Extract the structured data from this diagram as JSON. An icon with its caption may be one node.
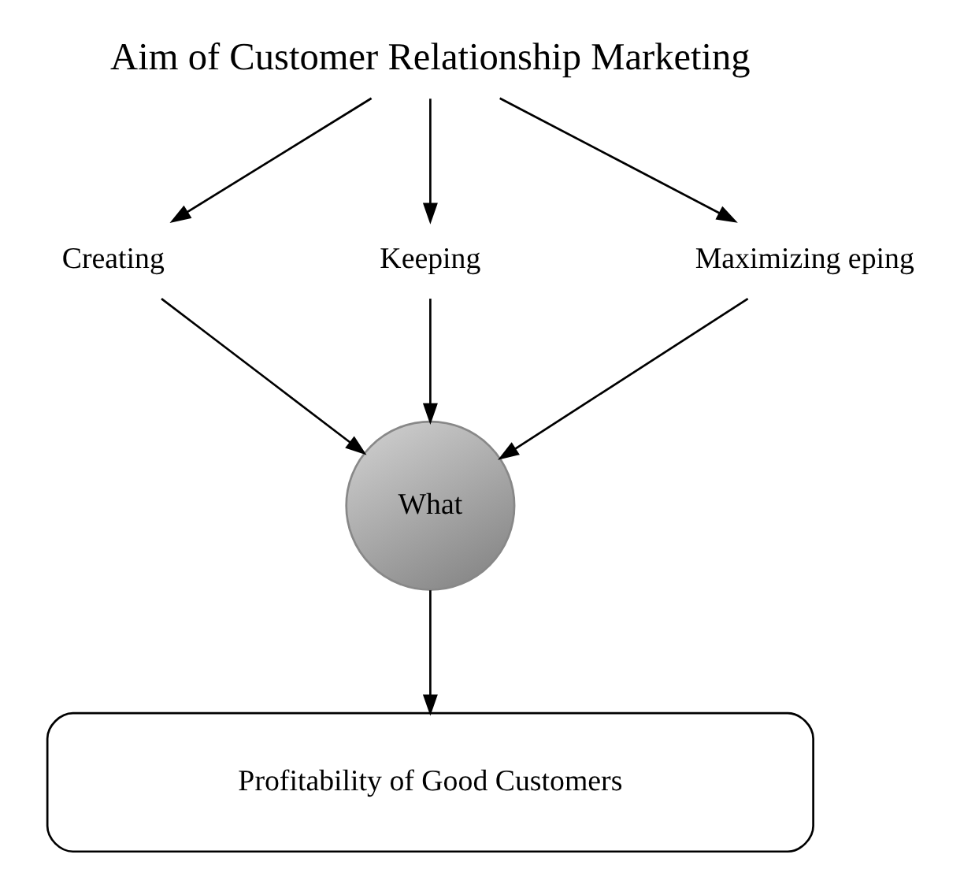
{
  "diagram": {
    "nodes": [
      {
        "text": [
          "Aim of Customer Relationship Marketing"
        ]
      },
      {
        "text": [
          "Creating"
        ]
      },
      {
        "text": [
          "Keeping"
        ]
      },
      {
        "text": [
          "Maximizing eping"
        ]
      },
      {
        "text": [
          "What"
        ]
      },
      {
        "text": [
          "Profitability of Good Customers"
        ]
      }
    ],
    "edges": [
      {
        "from": 0,
        "to": 1,
        "arrow": "to"
      },
      {
        "from": 0,
        "to": 2,
        "arrow": "to"
      },
      {
        "from": 0,
        "to": 3,
        "arrow": "to"
      },
      {
        "from": 1,
        "to": 4,
        "arrow": "to"
      },
      {
        "from": 2,
        "to": 4,
        "arrow": "to"
      },
      {
        "from": 3,
        "to": 4,
        "arrow": "to"
      },
      {
        "from": 4,
        "to": 5,
        "arrow": "to"
      }
    ]
  }
}
